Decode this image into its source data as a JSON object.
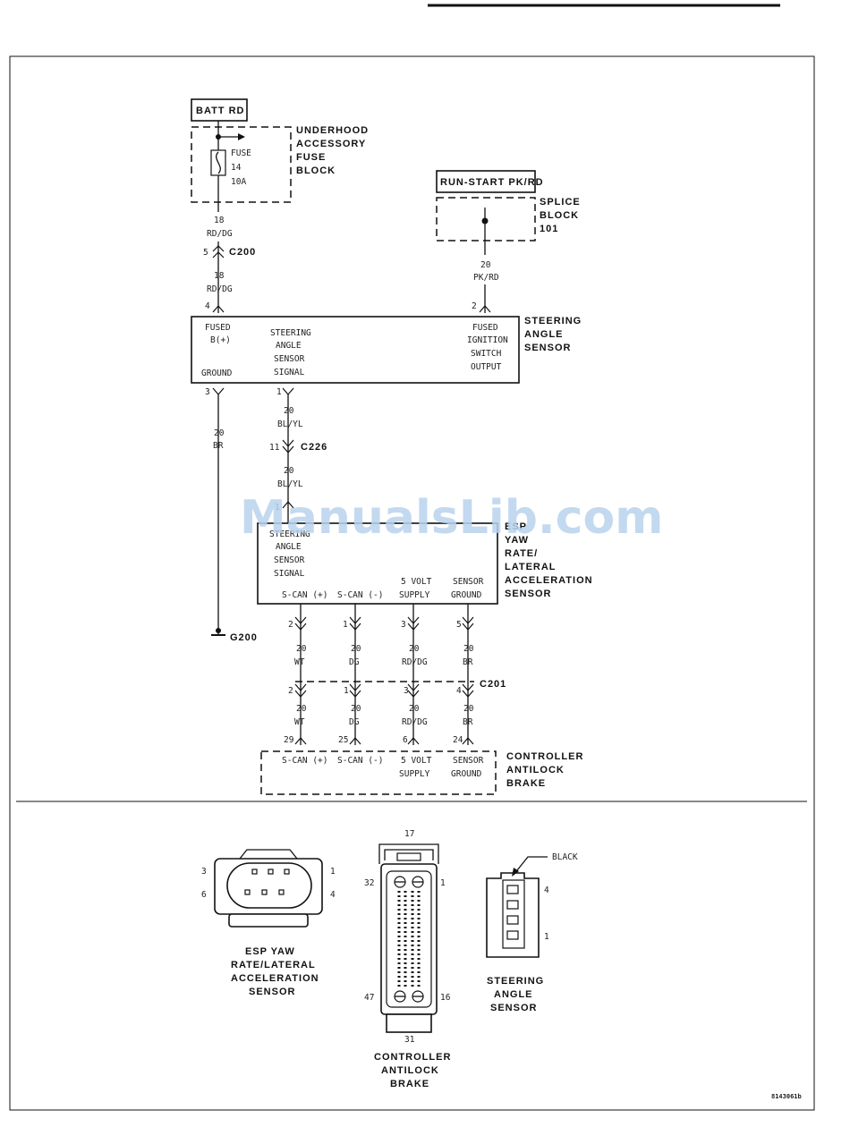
{
  "watermark": "ManualsLib.com",
  "figure_id": "8143061b",
  "sources": {
    "batt": "BATT RD",
    "run_start": "RUN-START PK/RD"
  },
  "fuse_block": {
    "title_lines": [
      "UNDERHOOD",
      "ACCESSORY",
      "FUSE",
      "BLOCK"
    ],
    "fuse_lines": [
      "FUSE",
      "14",
      "10A"
    ]
  },
  "splice_block": {
    "title_lines": [
      "SPLICE",
      "BLOCK",
      "101"
    ]
  },
  "steering_sensor": {
    "title_lines": [
      "STEERING",
      "ANGLE",
      "SENSOR"
    ],
    "terms": {
      "fused_b": [
        "FUSED",
        "B(+)"
      ],
      "ground": "GROUND",
      "signal": [
        "STEERING",
        "ANGLE",
        "SENSOR",
        "SIGNAL"
      ],
      "ignition": [
        "FUSED",
        "IGNITION",
        "SWITCH",
        "OUTPUT"
      ]
    }
  },
  "yaw_sensor": {
    "title_lines": [
      "ESP",
      "YAW",
      "RATE/",
      "LATERAL",
      "ACCELERATION",
      "SENSOR"
    ],
    "terms": {
      "signal": [
        "STEERING",
        "ANGLE",
        "SENSOR",
        "SIGNAL"
      ],
      "scan_plus": "S-CAN (+)",
      "scan_minus": "S-CAN (-)",
      "supply": [
        "5 VOLT",
        "SUPPLY"
      ],
      "sgnd": [
        "SENSOR",
        "GROUND"
      ]
    }
  },
  "cab": {
    "title_lines": [
      "CONTROLLER",
      "ANTILOCK",
      "BRAKE"
    ],
    "terms": {
      "scan_plus": "S-CAN (+)",
      "scan_minus": "S-CAN (-)",
      "supply": [
        "5 VOLT",
        "SUPPLY"
      ],
      "sgnd": [
        "SENSOR",
        "GROUND"
      ]
    }
  },
  "connectors": {
    "c200": "C200",
    "c226": "C226",
    "c201": "C201",
    "g200": "G200"
  },
  "wires": {
    "batt_1": [
      "18",
      "RD/DG"
    ],
    "batt_2": [
      "18",
      "RD/DG"
    ],
    "ign": [
      "20",
      "PK/RD"
    ],
    "gnd": [
      "20",
      "BR"
    ],
    "sig_1": [
      "20",
      "BL/YL"
    ],
    "sig_2": [
      "20",
      "BL/YL"
    ],
    "wt_1": [
      "20",
      "WT"
    ],
    "dg_1": [
      "20",
      "DG"
    ],
    "rddg_1": [
      "20",
      "RD/DG"
    ],
    "br_1": [
      "20",
      "BR"
    ],
    "wt_2": [
      "20",
      "WT"
    ],
    "dg_2": [
      "20",
      "DG"
    ],
    "rddg_2": [
      "20",
      "RD/DG"
    ],
    "br_2": [
      "20",
      "BR"
    ]
  },
  "pins": {
    "c200_pin": "5",
    "sas_4": "4",
    "sas_2": "2",
    "sas_3": "3",
    "sas_1": "1",
    "c226_pin": "11",
    "yaw_in": "1",
    "yaw_2": "2",
    "yaw_1": "1",
    "yaw_3": "3",
    "yaw_5": "5",
    "c201_2": "2",
    "c201_1": "1",
    "c201_3": "3",
    "c201_4": "4",
    "cab_29": "29",
    "cab_25": "25",
    "cab_6": "6",
    "cab_24": "24"
  },
  "views": {
    "yaw": {
      "pins": [
        "3",
        "1",
        "6",
        "4"
      ],
      "label_lines": [
        "ESP YAW",
        "RATE/LATERAL",
        "ACCELERATION",
        "SENSOR"
      ]
    },
    "cab": {
      "pins": [
        "17",
        "32",
        "1",
        "47",
        "16",
        "31"
      ],
      "label_lines": [
        "CONTROLLER",
        "ANTILOCK",
        "BRAKE"
      ]
    },
    "sas": {
      "pins": [
        "BLACK",
        "4",
        "1"
      ],
      "label_lines": [
        "STEERING",
        "ANGLE",
        "SENSOR"
      ]
    }
  },
  "colors": {
    "line": "#111111",
    "watermark": "#b9d3ee"
  }
}
